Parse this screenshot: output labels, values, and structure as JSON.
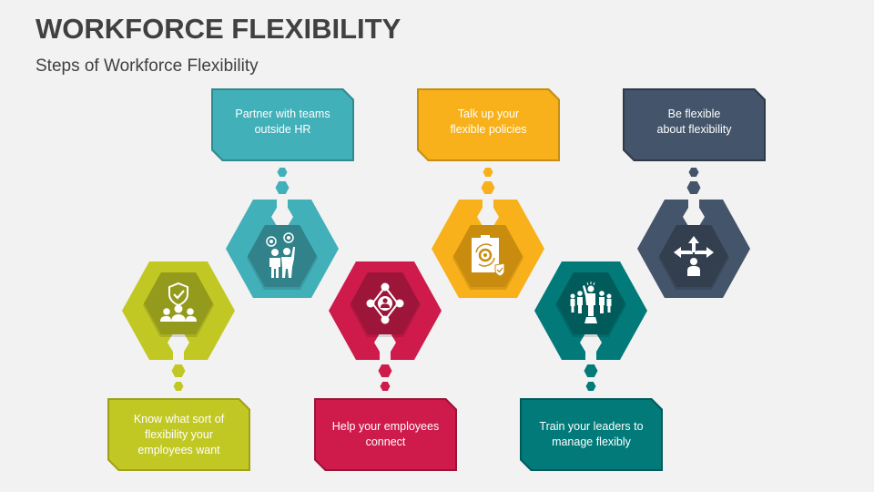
{
  "header": {
    "title": "WORKFORCE FLEXIBILITY",
    "subtitle": "Steps of Workforce Flexibility"
  },
  "steps": [
    {
      "id": 1,
      "label": "Know what sort of\nflexibility your\nemployees want",
      "position": "bottom",
      "icon": "shield-check-team-icon",
      "color": "#c2c823",
      "inner_color": "#949a1c",
      "border_color": "#9ea119"
    },
    {
      "id": 2,
      "label": "Partner with teams\noutside HR",
      "position": "top",
      "icon": "team-ideas-icon",
      "color": "#41b0b9",
      "inner_color": "#31828a",
      "border_color": "#318a90"
    },
    {
      "id": 3,
      "label": "Help your employees\nconnect",
      "position": "bottom",
      "icon": "network-connect-icon",
      "color": "#ce1b4b",
      "inner_color": "#9d1539",
      "border_color": "#9a1438"
    },
    {
      "id": 4,
      "label": "Talk up your\nflexible policies",
      "position": "top",
      "icon": "policy-clipboard-icon",
      "color": "#f8b11a",
      "inner_color": "#c98c0e",
      "border_color": "#c68d10"
    },
    {
      "id": 5,
      "label": "Train your leaders to\nmanage flexibly",
      "position": "bottom",
      "icon": "leader-team-icon",
      "color": "#027a7a",
      "inner_color": "#025b5b",
      "border_color": "#015a5a"
    },
    {
      "id": 6,
      "label": "Be flexible\nabout flexibility",
      "position": "top",
      "icon": "direction-arrows-person-icon",
      "color": "#44546a",
      "inner_color": "#333f4f",
      "border_color": "#2f3a48"
    }
  ]
}
